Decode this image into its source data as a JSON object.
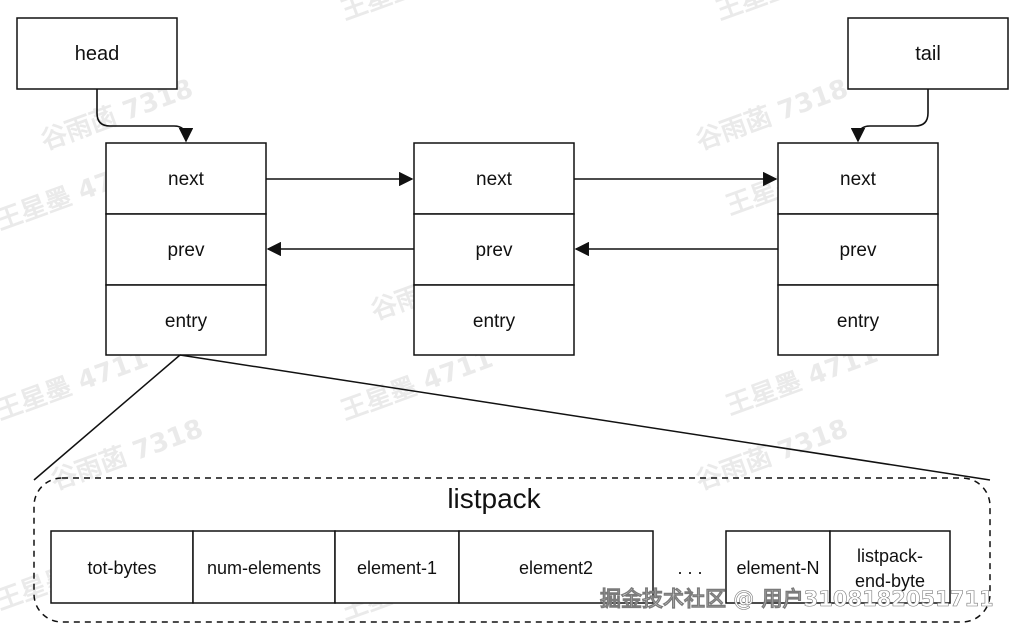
{
  "head_label": "head",
  "tail_label": "tail",
  "nodes": [
    {
      "next": "next",
      "prev": "prev",
      "entry": "entry"
    },
    {
      "next": "next",
      "prev": "prev",
      "entry": "entry"
    },
    {
      "next": "next",
      "prev": "prev",
      "entry": "entry"
    }
  ],
  "listpack": {
    "title": "listpack",
    "cells": [
      "tot-bytes",
      "num-elements",
      "element-1",
      "element2"
    ],
    "ellipsis": ". . .",
    "last_cells": [
      "element-N"
    ],
    "end_cell": [
      "listpack-",
      "end-byte"
    ]
  },
  "watermark_texts": [
    "谷雨菡 7318",
    "王星墨 4711"
  ],
  "footer_watermark": "掘金技术社区 @ 用户3108182051711"
}
